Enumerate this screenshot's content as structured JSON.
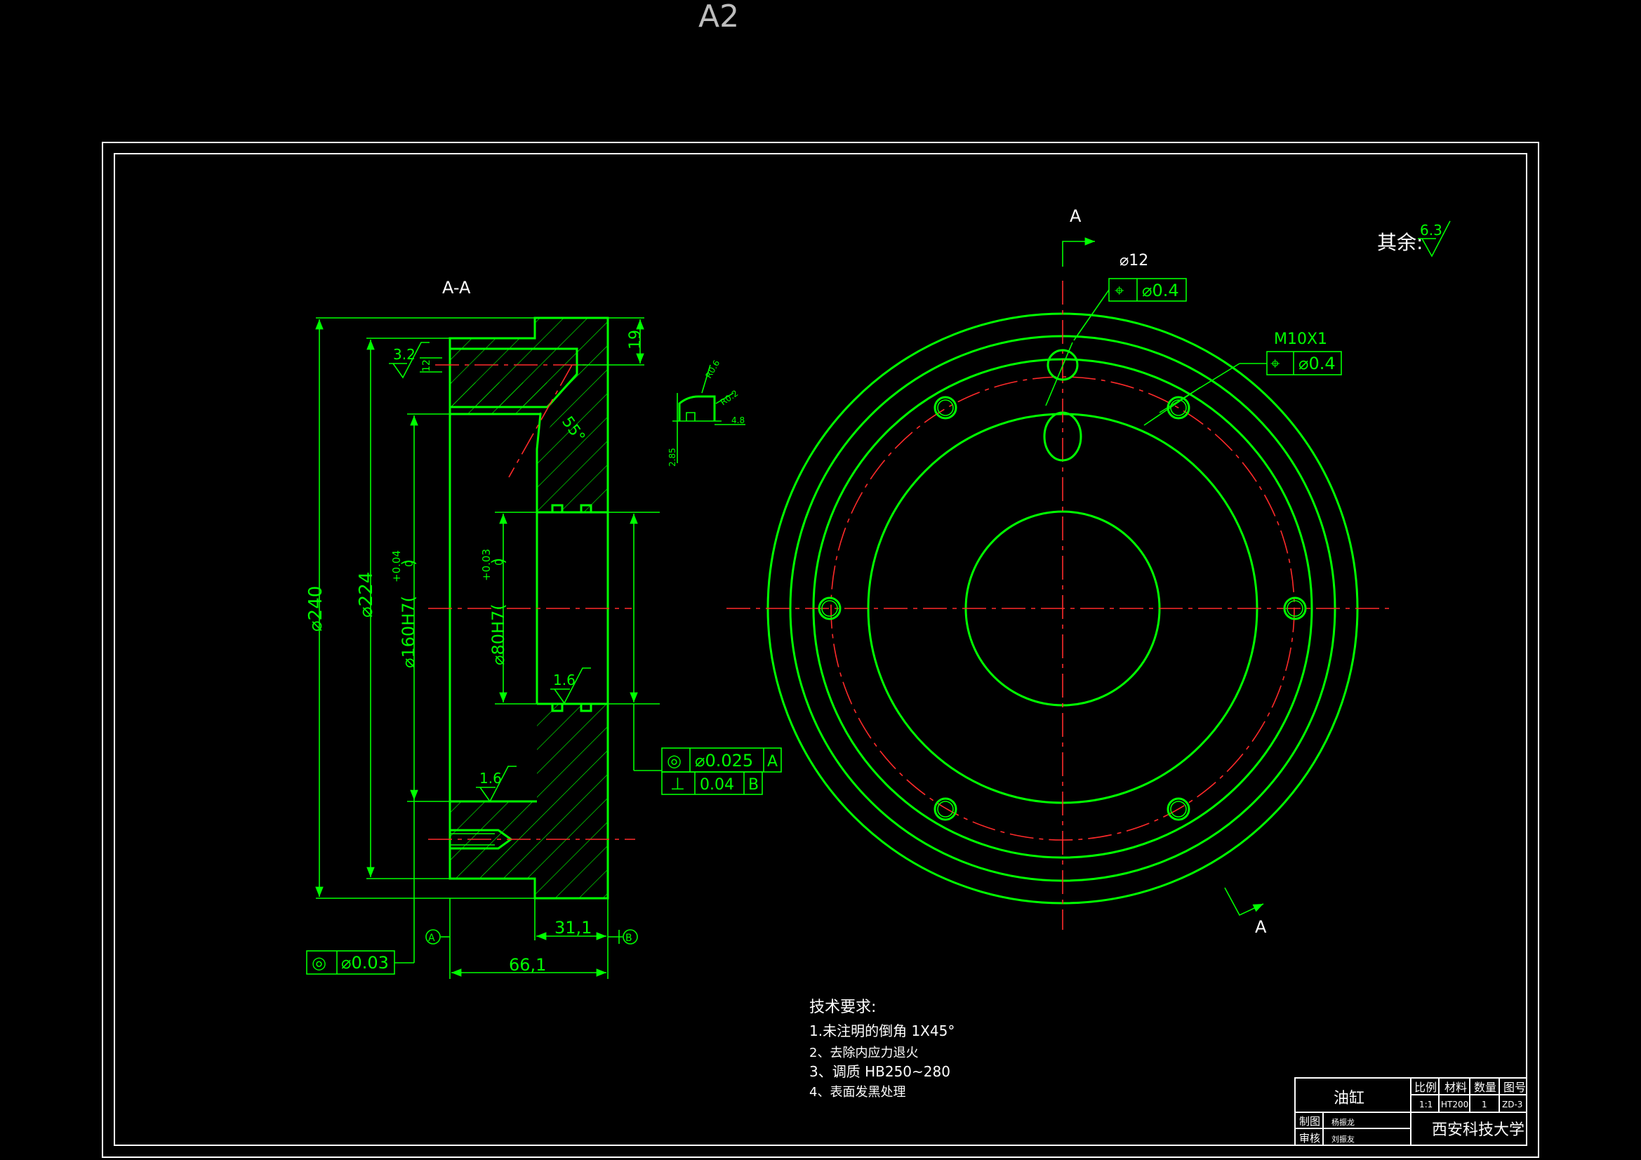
{
  "sheet": {
    "size_label": "A2"
  },
  "section_view": {
    "title": "A-A",
    "dims": {
      "d240": "⌀240",
      "d224": "⌀224",
      "d160": "⌀160H7(",
      "d160_tol_up": "+0.04",
      "d160_tol_lo": "0",
      "d160_close": ")",
      "d80": "⌀80H7(",
      "d80_tol_up": "+0.03",
      "d80_tol_lo": "0",
      "d80_close": ")",
      "depth19": "19",
      "small12": "12",
      "angle55": "55°",
      "len31": "31,1",
      "len66": "66,1"
    },
    "roughness": {
      "r32": "3.2",
      "r16a": "1.6",
      "r16b": "1.6"
    },
    "tolerances": {
      "coax_sym": "◎",
      "coax_val": "⌀0.025",
      "coax_datum": "A",
      "perp_sym": "⊥",
      "perp_val": "0.04",
      "perp_datum": "B",
      "left_sym": "◎",
      "left_val": "⌀0.03"
    },
    "datums": {
      "a": "A",
      "b": "B"
    },
    "detail": {
      "r06": "R0.6",
      "r02": "R0.2",
      "w48": "4.8",
      "h285": "2.85"
    }
  },
  "front_view": {
    "section_mark_top": "A",
    "section_mark_bottom": "A",
    "hole_dia": "⌀12",
    "hole_pos_sym": "⌖",
    "hole_pos_val": "⌀0.4",
    "thread": "M10X1",
    "thread_pos_sym": "⌖",
    "thread_pos_val": "⌀0.4"
  },
  "rest_roughness": {
    "label": "其余:",
    "value": "6.3"
  },
  "tech_requirements": {
    "heading": "技术要求:",
    "items": [
      "1.未注明的倒角 1X45°",
      "2、去除内应力退火",
      "3、调质 HB250~280",
      "4、表面发黑处理"
    ]
  },
  "title_block": {
    "part_name": "油缸",
    "headers": [
      "比例",
      "材料",
      "数量",
      "图号"
    ],
    "values": [
      "1:1",
      "HT200",
      "1",
      "ZD-3"
    ],
    "row_draw": "制图",
    "row_check": "审核",
    "draw_name": "杨振龙",
    "check_name": "刘振友",
    "school": "西安科技大学"
  }
}
